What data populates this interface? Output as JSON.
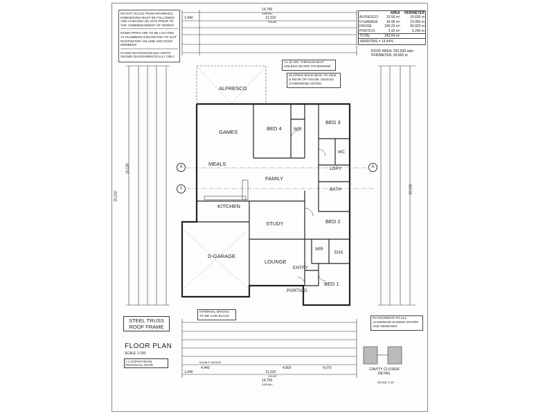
{
  "notes": {
    "items": [
      "DO NOT SCALE FROM DRAWINGS. DIMENSIONS MUST BE FOLLOWED AND CHECKED ON SITE PRIOR TO THE COMMENCEMENT OF WORKS",
      "DOWN PIPES ARE TO BE LOCATED AT PLUMBERS DISCRETION TO SUIT ROOFWATER VOLUME AND ROOF MEMBERS",
      "FLOOR WASTES/CEILING VENTS SHOWN DIAGRAMMATICALLY ONLY"
    ]
  },
  "areas": {
    "header_area": "AREA",
    "header_perimeter": "PERIMETER",
    "rows": [
      {
        "name": "ALFRESCO",
        "area": "15.56 m²",
        "perimeter": "16.600 m"
      },
      {
        "name": "D-GARAGE",
        "area": "34.96 m²",
        "perimeter": "23.960 m"
      },
      {
        "name": "HOUSE",
        "area": "190.29 m²",
        "perimeter": "60.920 m"
      },
      {
        "name": "PORTICO",
        "area": "2.43 m²",
        "perimeter": "6.240 m"
      }
    ],
    "total_label": "TOTAL",
    "total_area": "243.64 m²",
    "windows": "WINDOWS = 14.44%"
  },
  "roof": {
    "area": "ROOF AREA: 263.600 sqm",
    "perimeter": "PERIMETER: 69.800 m"
  },
  "callouts": {
    "ceiling": "CL @ 28c THROUGHOUT UNLESS NOTED OTHERWISE",
    "bulkhead": "SLOPING BULKHEAD TO SIDE & REAR OF HOUSE UNLESS OTHERWISE NOTED",
    "bricks": "INTERNAL BRICKS TO BE LIVE BLACK",
    "plyscreens": "PLYSCREENS TO ALL ALUMINIUM SLIDING DOORS AND WINDOWS",
    "cavity_detail": "CAVITY CLOSER DETAIL",
    "cavity_scale": "SCALE 1:10"
  },
  "rooms": {
    "alfresco": "ALFRESCO",
    "games": "GAMES",
    "bed4": "BED 4",
    "wir": "WIR",
    "bed3": "BED 3",
    "meals": "MEALS",
    "family": "FAMILY",
    "ldry": "LDRY",
    "bath": "BATH",
    "kitchen": "KITCHEN",
    "study": "STUDY",
    "bed2": "BED 2",
    "dgarage": "D-GARAGE",
    "lounge": "LOUNGE",
    "wir2": "WIR",
    "ens": "ENS",
    "entry": "ENTRY",
    "portico": "PORTICO",
    "bed1": "BED 1",
    "wc": "WC"
  },
  "dims_top": {
    "overall": "14,750",
    "overall_label": "OVERALL",
    "house": "13,310",
    "house_label": "HOUSE",
    "left": "1,440"
  },
  "dims_bottom": {
    "overall": "14,750",
    "overall_label": "OVERALL",
    "house": "13,310",
    "house_label": "HOUSE",
    "left": "1,440",
    "garage": "4,440",
    "garage_label": "DOUBLE GARAGE",
    "mid": "4,800",
    "right": "4,070"
  },
  "dims_side": {
    "overall": "20,150",
    "house": "16,190",
    "overall_right": "20,150"
  },
  "titles": {
    "truss": "STEEL TRUSS ROOF FRAME",
    "plan": "FLOOR PLAN",
    "scale": "SCALE 1:100",
    "door_note": "1 x 2C(PANTHEAN) PROVINCIAL DOOR"
  },
  "axes": {
    "a_left": "A",
    "a_right": "A",
    "one": "1"
  }
}
